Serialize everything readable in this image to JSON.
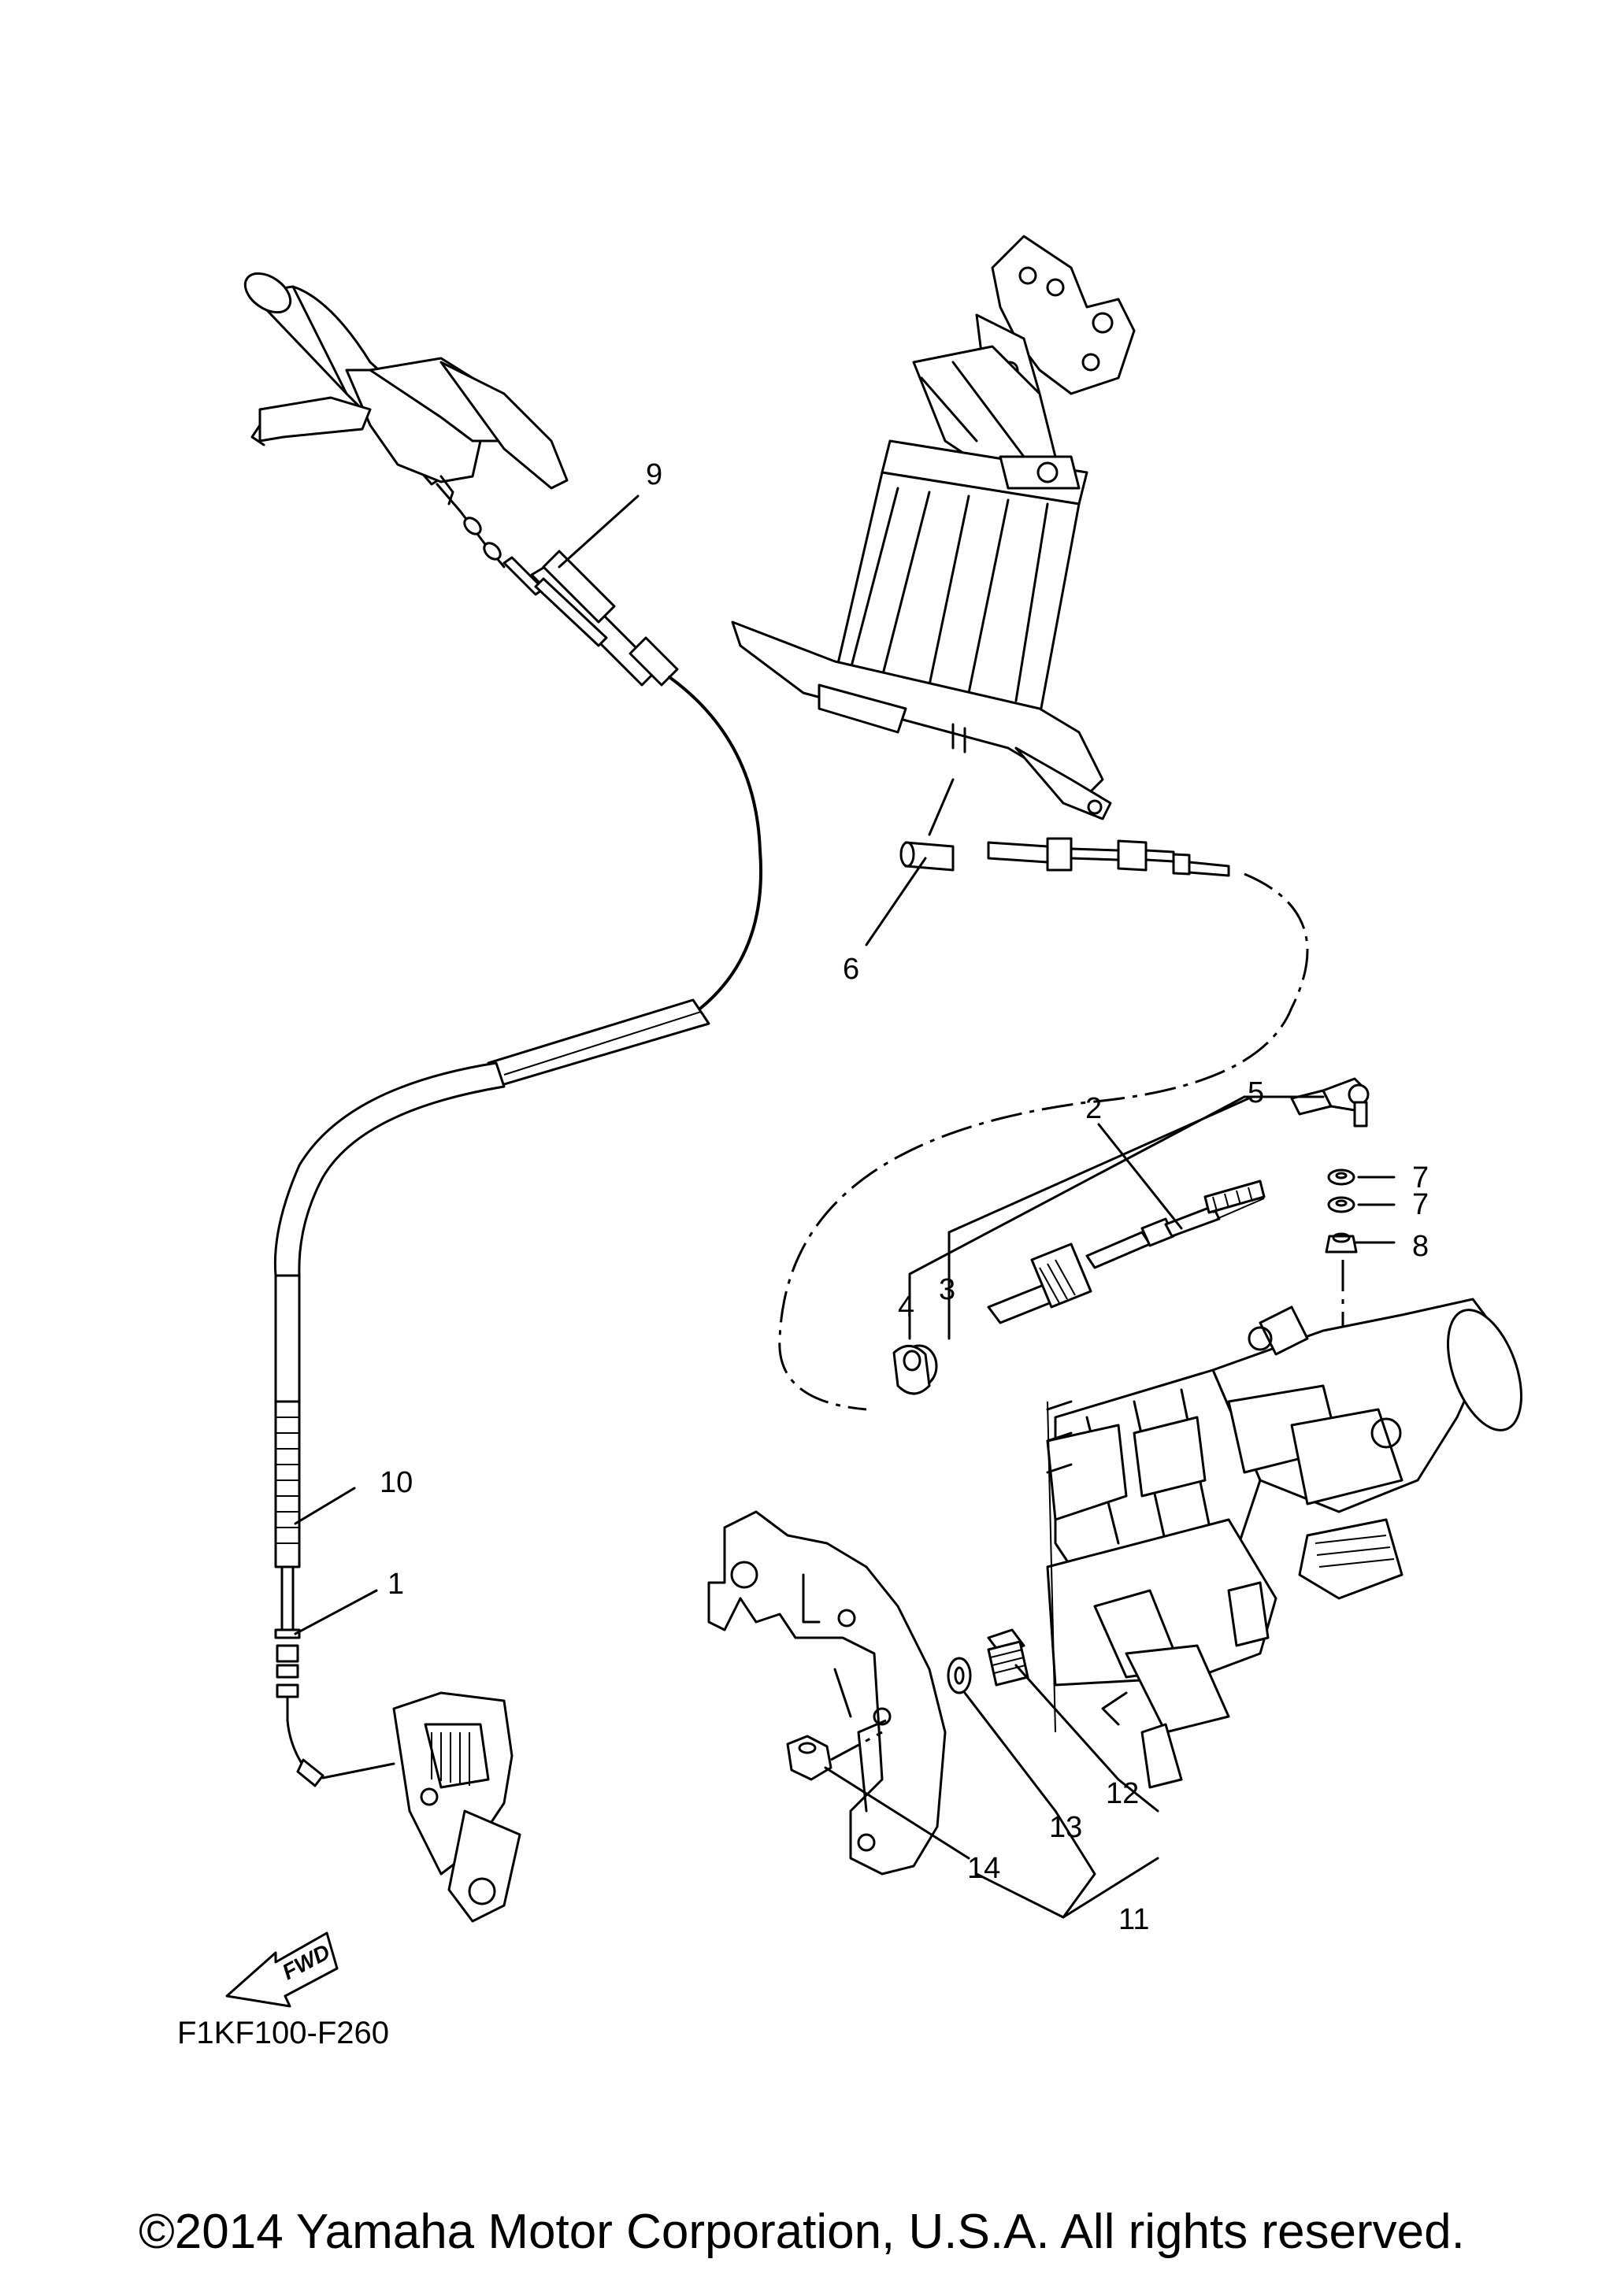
{
  "callouts": [
    {
      "id": "c1",
      "text": "1"
    },
    {
      "id": "c2",
      "text": "2"
    },
    {
      "id": "c3",
      "text": "3"
    },
    {
      "id": "c4",
      "text": "4"
    },
    {
      "id": "c5",
      "text": "5"
    },
    {
      "id": "c6",
      "text": "6"
    },
    {
      "id": "c7a",
      "text": "7"
    },
    {
      "id": "c7b",
      "text": "7"
    },
    {
      "id": "c8",
      "text": "8"
    },
    {
      "id": "c9",
      "text": "9"
    },
    {
      "id": "c10",
      "text": "10"
    },
    {
      "id": "c11",
      "text": "11"
    },
    {
      "id": "c12",
      "text": "12"
    },
    {
      "id": "c13",
      "text": "13"
    },
    {
      "id": "c14",
      "text": "14"
    }
  ],
  "fwd_label": "FWD",
  "diagram_code": "F1KF100-F260",
  "copyright": "©2014 Yamaha Motor Corporation, U.S.A. All rights reserved."
}
